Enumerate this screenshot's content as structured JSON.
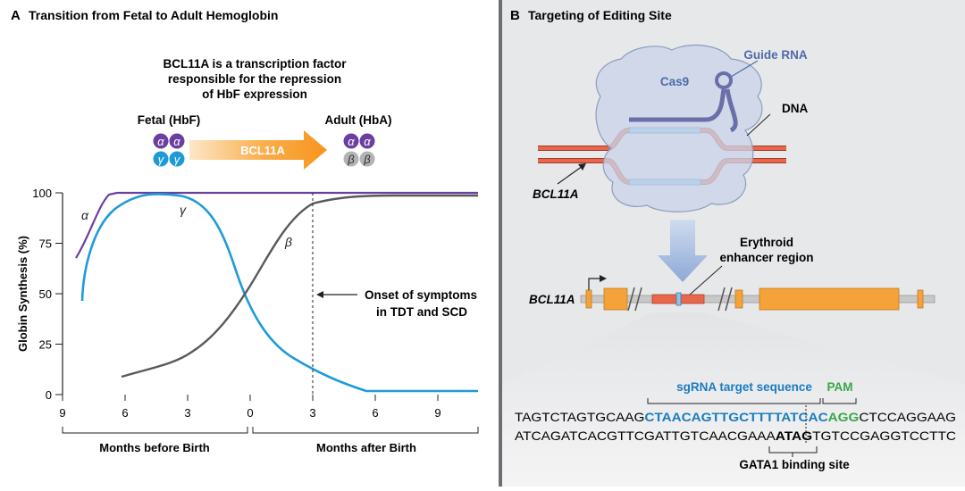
{
  "panelA": {
    "letter": "A",
    "title": "Transition from Fetal to Adult Hemoglobin",
    "desc": [
      "BCL11A is a transcription factor",
      "responsible for the repression",
      "of HbF expression"
    ],
    "fetal_label": "Fetal (HbF)",
    "adult_label": "Adult (HbA)",
    "arrow_label": "BCL11A",
    "alpha": "α",
    "gamma": "γ",
    "beta": "β",
    "ylabel": "Globin Synthesis (%)",
    "yticks": [
      "100",
      "75",
      "50",
      "25",
      "0"
    ],
    "xticks": [
      "9",
      "6",
      "3",
      "0",
      "3",
      "6",
      "9"
    ],
    "onset": [
      "Onset of symptoms",
      "in TDT and SCD"
    ],
    "before": "Months before Birth",
    "after": "Months after Birth",
    "colors": {
      "alpha": "#6b3fa0",
      "gamma": "#1e9bd7",
      "beta": "#58595b",
      "arrow": "#f7941d"
    }
  },
  "panelB": {
    "letter": "B",
    "title": "Targeting of Editing Site",
    "guide_rna": "Guide RNA",
    "cas9": "Cas9",
    "dna": "DNA",
    "bcl11a": "BCL11A",
    "bcl11a_gene": "BCL11A",
    "enhancer": [
      "Erythroid",
      "enhancer region"
    ],
    "sgrna": "sgRNA target sequence",
    "pam": "PAM",
    "gata1": "GATA1 binding site",
    "seq_top": {
      "pre": "TAGTCTAGTGCAAG",
      "target": "CTAACAGTTGCTTTTATCAC",
      "pam": "AGG",
      "post": "CTCCAGGAAG"
    },
    "seq_bot": {
      "pre": "ATCAGATCACGTTCGATTGTCAACGAAA",
      "bold": "ATAG",
      "post": "TGTCCGAGGTCCTTC"
    },
    "colors": {
      "target": "#1a7bbf",
      "pam": "#3aa54a",
      "strand": "#e8664a",
      "exon": "#f5a23a"
    }
  }
}
